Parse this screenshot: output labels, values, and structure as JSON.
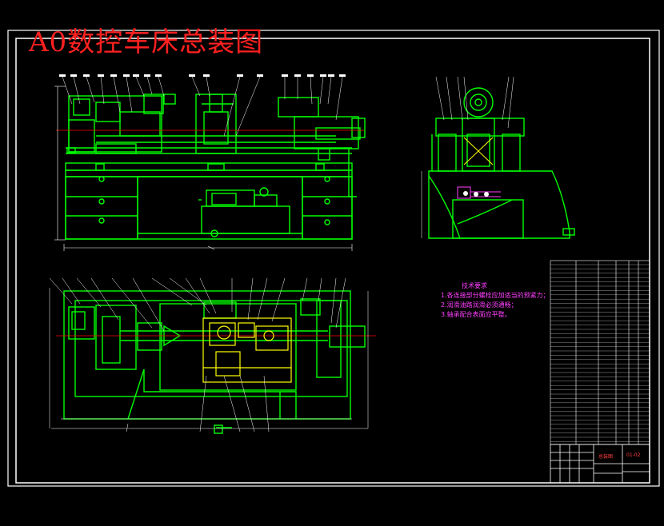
{
  "drawing": {
    "title": "A0数控车床总装图",
    "tech_requirements": {
      "heading": "技术要求",
      "items": [
        "1.各连接部分螺栓应加适当的预紧力；",
        "2.润滑油路润滑必须通畅；",
        "3.轴承配合表面应平整。"
      ]
    },
    "title_block": {
      "name": "总装图",
      "code": "01-02"
    }
  },
  "colors": {
    "background": "#000000",
    "frame": "#ffffff",
    "part_lines": "#00ff00",
    "highlight_parts": "#ffff00",
    "title_text": "#ff2020",
    "annotation": "#ff40ff",
    "centerline": "#ff0000"
  }
}
